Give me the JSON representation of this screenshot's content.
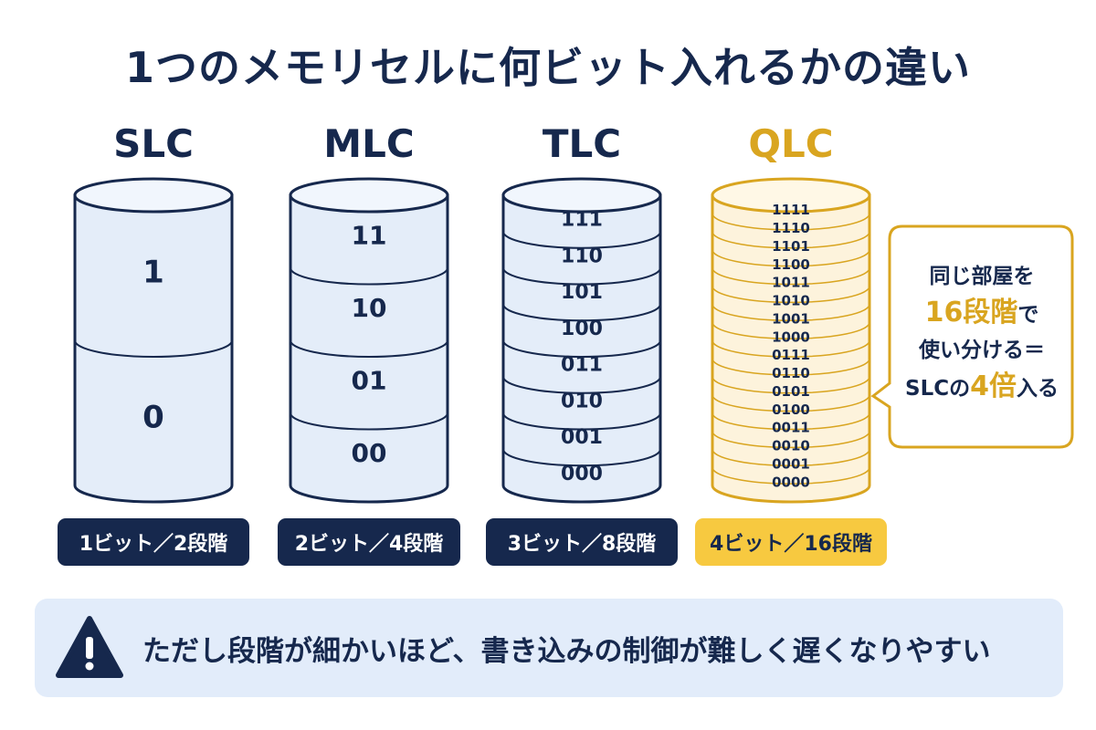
{
  "title": "1つのメモリセルに何ビット入れるかの違い",
  "colors": {
    "navy": "#16284d",
    "cell_fill": "#e4edf9",
    "gold": "#d9a520",
    "gold_fill": "#fdf3dc",
    "warning_bg": "#e2ecfa"
  },
  "cells": [
    {
      "name": "SLC",
      "bits": 1,
      "levels": 2,
      "badge": "1ビット／2段階",
      "values": [
        "1",
        "0"
      ]
    },
    {
      "name": "MLC",
      "bits": 2,
      "levels": 4,
      "badge": "2ビット／4段階",
      "values": [
        "11",
        "10",
        "01",
        "00"
      ]
    },
    {
      "name": "TLC",
      "bits": 3,
      "levels": 8,
      "badge": "3ビット／8段階",
      "values": [
        "111",
        "110",
        "101",
        "100",
        "011",
        "010",
        "001",
        "000"
      ]
    },
    {
      "name": "QLC",
      "bits": 4,
      "levels": 16,
      "badge": "4ビット／16段階",
      "values": [
        "1111",
        "1110",
        "1101",
        "1100",
        "1011",
        "1010",
        "1001",
        "1000",
        "0111",
        "0110",
        "0101",
        "0100",
        "0011",
        "0010",
        "0001",
        "0000"
      ]
    }
  ],
  "callout": {
    "line1": "同じ部屋を",
    "line2_highlight": "16段階",
    "line2_rest": "で",
    "line3": "使い分ける＝",
    "line4_pre": "SLCの",
    "line4_highlight": "4倍",
    "line4_post": "入る"
  },
  "warning": {
    "icon": "warning-triangle-icon",
    "text": "ただし段階が細かいほど、書き込みの制御が難しく遅くなりやすい"
  }
}
